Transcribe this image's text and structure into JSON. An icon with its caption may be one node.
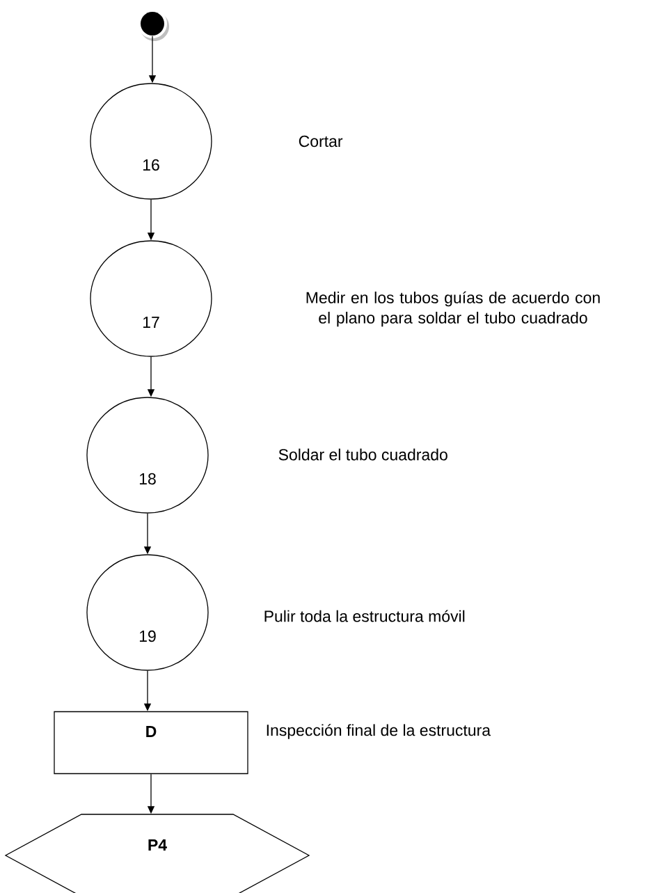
{
  "diagram": {
    "nodes": [
      {
        "text": [],
        "shape": "circle"
      },
      {
        "text": [
          "16"
        ]
      },
      {
        "text": [
          "17"
        ]
      },
      {
        "text": [
          "18"
        ]
      },
      {
        "text": [
          "19"
        ]
      },
      {
        "text": [
          "D"
        ]
      },
      {
        "text": [
          "P4"
        ]
      }
    ],
    "edges": [
      {
        "from": 0,
        "to": 1,
        "arrow": "to"
      },
      {
        "from": 1,
        "to": 2,
        "arrow": "to"
      },
      {
        "from": 2,
        "to": 3,
        "arrow": "to"
      },
      {
        "from": 3,
        "to": 4,
        "arrow": "to"
      },
      {
        "from": 4,
        "to": 5,
        "arrow": "to"
      },
      {
        "from": 5,
        "to": 6,
        "arrow": "to"
      }
    ],
    "labels": [
      "Cortar",
      "Medir en los tubos guías de acuerdo con el plano para soldar el tubo cuadrado",
      "Soldar el tubo cuadrado",
      "Pulir toda la estructura móvil",
      "Inspección final de la estructura"
    ]
  }
}
